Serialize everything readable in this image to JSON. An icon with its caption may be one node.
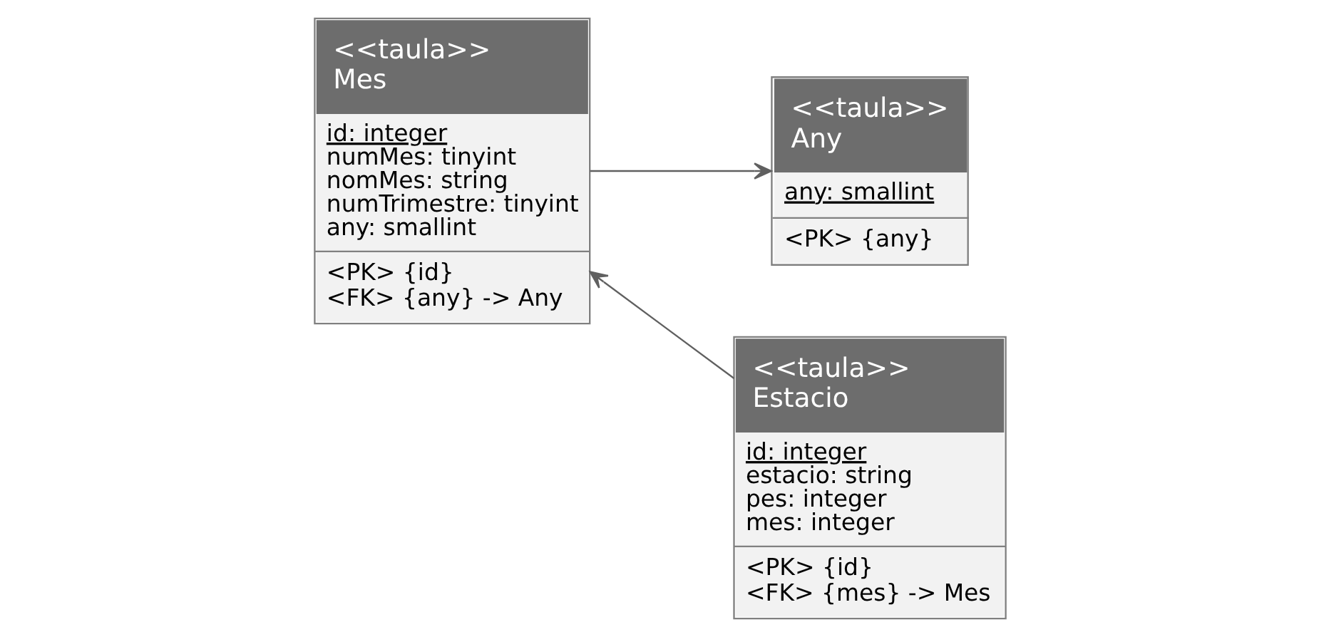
{
  "diagram": {
    "nodes": [
      {
        "text": [
          "<<taula>>",
          "Mes",
          "id: integer",
          "numMes: tinyint",
          "nomMes: string",
          "numTrimestre: tinyint",
          "any: smallint",
          "<PK> {id}",
          "<FK> {any} -> Any"
        ]
      },
      {
        "text": [
          "<<taula>>",
          "Estacio",
          "id: integer",
          "estacio: string",
          "pes: integer",
          "mes: integer",
          "<PK> {id}",
          "<FK> {mes} -> Mes"
        ]
      },
      {
        "text": [
          "<<taula>>",
          "Any",
          "any: smallint",
          "<PK> {any}"
        ]
      }
    ],
    "edges": [
      {
        "from": 1,
        "to": 0,
        "arrow": "to"
      },
      {
        "from": 0,
        "to": 2,
        "arrow": "to"
      }
    ]
  }
}
